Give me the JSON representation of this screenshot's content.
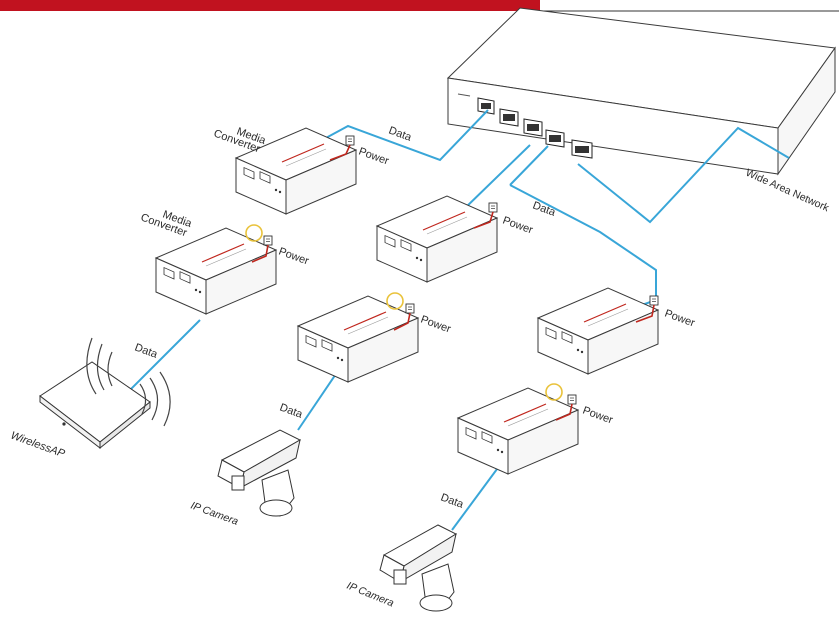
{
  "colors": {
    "header_bar": "#c1121f",
    "data_cable": "#39a6d8",
    "power_cable": "#c0271e",
    "link_ring": "#e9c23a"
  },
  "labels": {
    "media_converter_1": [
      "Media",
      "Converter"
    ],
    "media_converter_2": [
      "Media",
      "Converter"
    ],
    "power": "Power",
    "data": "Data",
    "wide_area_network": "Wide Area Network",
    "wireless_ap": "WirelessAP",
    "ip_camera": "IP Camera"
  },
  "icons": {
    "switch": "network-switch-icon",
    "media_converter": "media-converter-icon",
    "power_adapter": "power-adapter-icon",
    "wireless_ap": "wireless-ap-icon",
    "ip_camera": "ip-camera-icon"
  }
}
